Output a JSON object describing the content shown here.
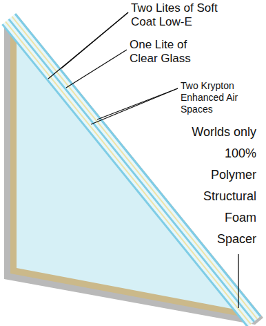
{
  "diagram": {
    "labels": [
      "Two Lites of Soft Coat Low-E",
      "One Lite of Clear Glass",
      "Two Krypton Enhanced Air Spaces",
      "Worlds only 100% Polymer Structural Foam Spacer"
    ]
  }
}
